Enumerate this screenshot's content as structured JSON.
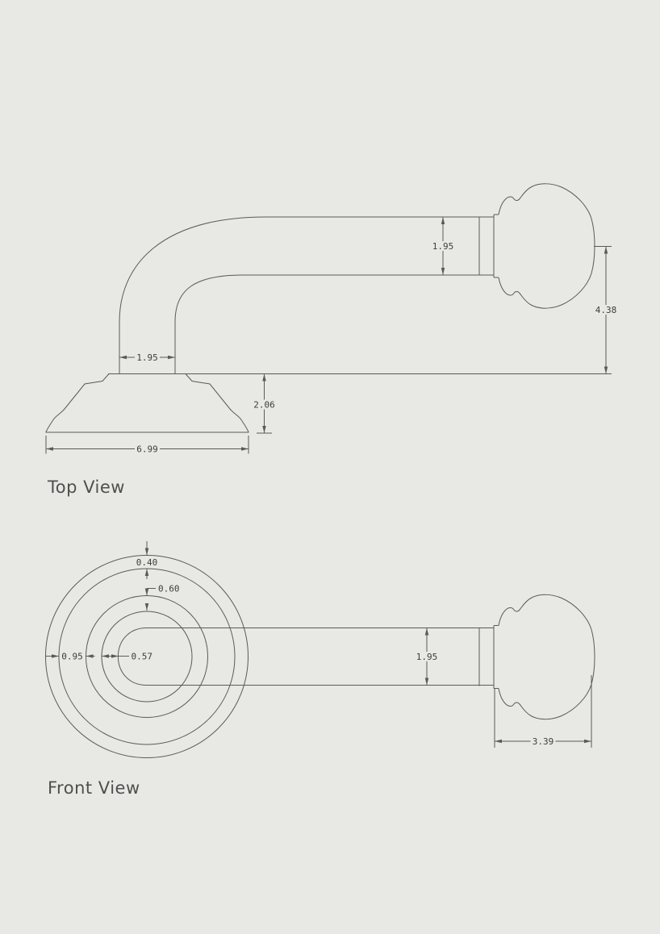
{
  "canvas": {
    "background_color": "#e8e8e5",
    "line_color": "#5a5a5a",
    "dimension_text_color": "#3d3d3d",
    "title_text_color": "#4f4f4f"
  },
  "top_view": {
    "title": "Top View",
    "dimensions": {
      "neck_width": "1.95",
      "bar_width": "1.95",
      "knob_center_offset": "4.38",
      "base_depth": "2.06",
      "base_width": "6.99"
    }
  },
  "front_view": {
    "title": "Front View",
    "dimensions": {
      "ring_gap_outer": "0.40",
      "ring_gap_second": "0.95",
      "ring_gap_third": "0.60",
      "ring_gap_inner": "0.57",
      "bar_height": "1.95",
      "knob_width": "3.39"
    }
  }
}
